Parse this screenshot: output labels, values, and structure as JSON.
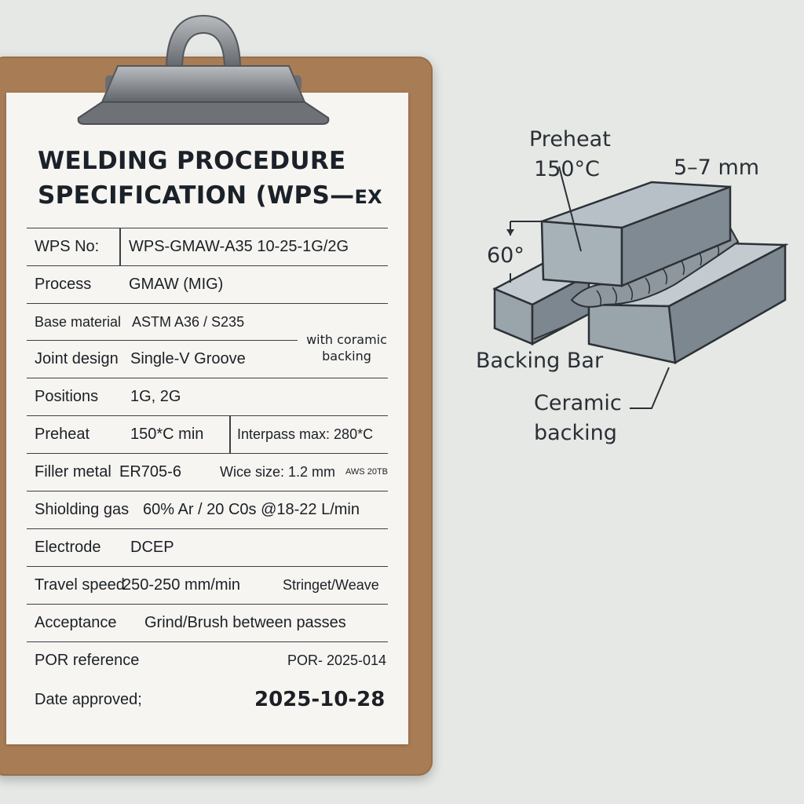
{
  "document": {
    "title_line1": "WELDING PROCEDURE",
    "title_line2": "SPECIFICATION (WPS—",
    "title_suffix": "EX",
    "rows": {
      "wps_no": {
        "label": "WPS No:",
        "value": "WPS-GMAW-A35 10-25-1G/2G"
      },
      "process": {
        "label": "Process",
        "value": "GMAW (MIG)"
      },
      "base_material": {
        "label": "Base material",
        "value": "ASTM A36 / S235"
      },
      "joint_design": {
        "label": "Joint design",
        "value": "Single-V Groove",
        "note": "with coramic backing"
      },
      "positions": {
        "label": "Positions",
        "value": "1G, 2G"
      },
      "preheat": {
        "label": "Preheat",
        "value": "150*C min",
        "extra": "Interpass max: 280*C"
      },
      "filler_metal": {
        "label": "Filler metal",
        "value": "ER705-6",
        "extra": "Wice size: 1.2 mm",
        "tiny": "AWS 20TB"
      },
      "shielding_gas": {
        "label": "Shiolding gas",
        "value": "60% Ar / 20 C0s @18-22 L/min"
      },
      "electrode": {
        "label": "Electrode",
        "value": "DCEP"
      },
      "travel_speed": {
        "label": "Travel speed",
        "value": "250-250 mm/min",
        "extra": "Stringet/Weave"
      },
      "acceptance": {
        "label": "Acceptance",
        "value": "Grind/Brush between passes"
      },
      "por_reference": {
        "label": "POR reference",
        "value": "POR- 2025-014"
      },
      "date_approved": {
        "label": "Date approved;",
        "value": "2025-10-28"
      }
    }
  },
  "diagram": {
    "preheat_line1": "Preheat",
    "preheat_line2": "150°C",
    "thickness": "5–7 mm",
    "angle": "60°",
    "backing_bar": "Backing Bar",
    "ceramic_line1": "Ceramic",
    "ceramic_line2": "backing"
  },
  "colors": {
    "clipboard": "#a87c55",
    "paper": "#f6f5f1",
    "background": "#e6e8e6",
    "steel_light": "#aab3ba",
    "steel_dark": "#7c878f",
    "ink": "#1b1f24"
  }
}
